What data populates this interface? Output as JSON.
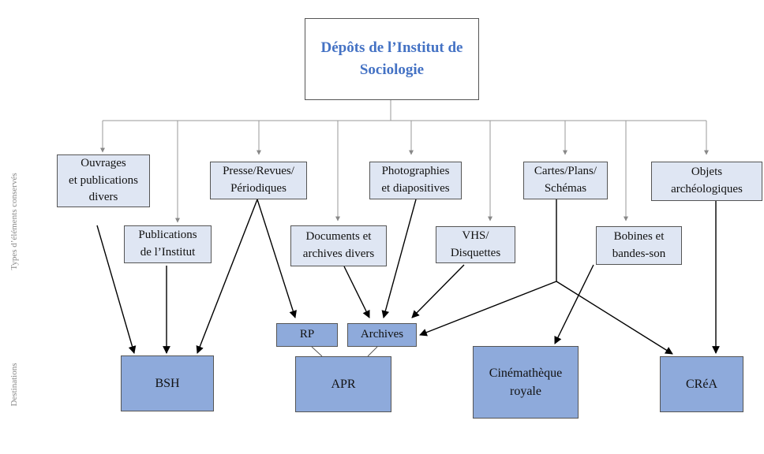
{
  "root": {
    "label": "Dépôts de l’Institut de\nSociologie"
  },
  "side_labels": {
    "types": "Types d’éléments conservés",
    "destinations": "Destinations"
  },
  "types": [
    {
      "id": "ouvrages",
      "label": "Ouvrages\net publications\ndivers"
    },
    {
      "id": "publications",
      "label": "Publications\nde l’Institut"
    },
    {
      "id": "presse",
      "label": "Presse/Revues/\nPériodiques"
    },
    {
      "id": "documents",
      "label": "Documents et\narchives divers"
    },
    {
      "id": "photographies",
      "label": "Photographies\net diapositives"
    },
    {
      "id": "vhs",
      "label": "VHS/\nDisquettes"
    },
    {
      "id": "cartes",
      "label": "Cartes/Plans/\nSchémas"
    },
    {
      "id": "bobines",
      "label": "Bobines et\nbandes-son"
    },
    {
      "id": "objets",
      "label": "Objets\narchéologiques"
    }
  ],
  "destinations": [
    {
      "id": "bsh",
      "label": "BSH"
    },
    {
      "id": "rp",
      "label": "RP"
    },
    {
      "id": "archives",
      "label": "Archives"
    },
    {
      "id": "apr",
      "label": "APR"
    },
    {
      "id": "cinematheque",
      "label": "Cinémathèque\nroyale"
    },
    {
      "id": "crea",
      "label": "CRéA"
    }
  ],
  "colors": {
    "root_text": "#4472c4",
    "type_fill": "#dfe6f3",
    "dest_fill": "#8eaadb"
  }
}
